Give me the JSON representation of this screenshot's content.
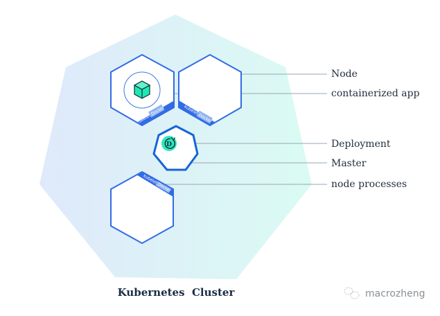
{
  "diagram": {
    "title": "Kubernetes  Cluster",
    "labels": {
      "node": "Node",
      "containerized_app": "containerized app",
      "deployment": "Deployment",
      "master": "Master",
      "node_processes": "node processes"
    },
    "node_band": {
      "kubelet": "kubelet",
      "docker": "Docker"
    },
    "deployment_icon_letter": "D",
    "colors": {
      "node_stroke": "#326ce5",
      "master_stroke": "#1565d8",
      "app_teal": "#1de9b6",
      "deploy_teal": "#2ee8c0",
      "leader_line": "#9aa5b1",
      "cluster_left": "#dfeafb",
      "cluster_right": "#dcfaf4"
    }
  },
  "watermark": {
    "text": "macrozheng"
  }
}
